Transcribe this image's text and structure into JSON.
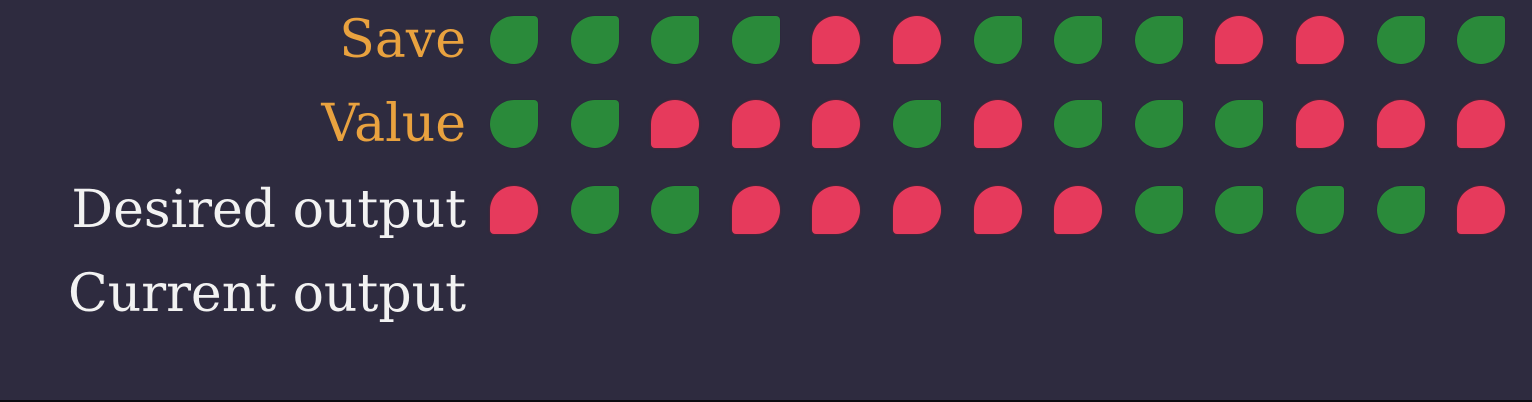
{
  "rows": [
    {
      "label": "Save",
      "label_style": "accent",
      "cells": [
        "green",
        "green",
        "green",
        "green",
        "red",
        "red",
        "green",
        "green",
        "green",
        "red",
        "red",
        "green",
        "green"
      ]
    },
    {
      "label": "Value",
      "label_style": "accent",
      "cells": [
        "green",
        "green",
        "red",
        "red",
        "red",
        "green",
        "red",
        "green",
        "green",
        "green",
        "red",
        "red",
        "red"
      ]
    },
    {
      "label": "Desired output",
      "label_style": "plain",
      "cells": [
        "red",
        "green",
        "green",
        "red",
        "red",
        "red",
        "red",
        "red",
        "green",
        "green",
        "green",
        "green",
        "red"
      ]
    },
    {
      "label": "Current output",
      "label_style": "plain",
      "cells": []
    }
  ],
  "colors": {
    "background": "#2e2b3f",
    "accent_label": "#e9a23f",
    "plain_label": "#f2f2f2",
    "green": "#2a8a3a",
    "red": "#e63a5c"
  }
}
